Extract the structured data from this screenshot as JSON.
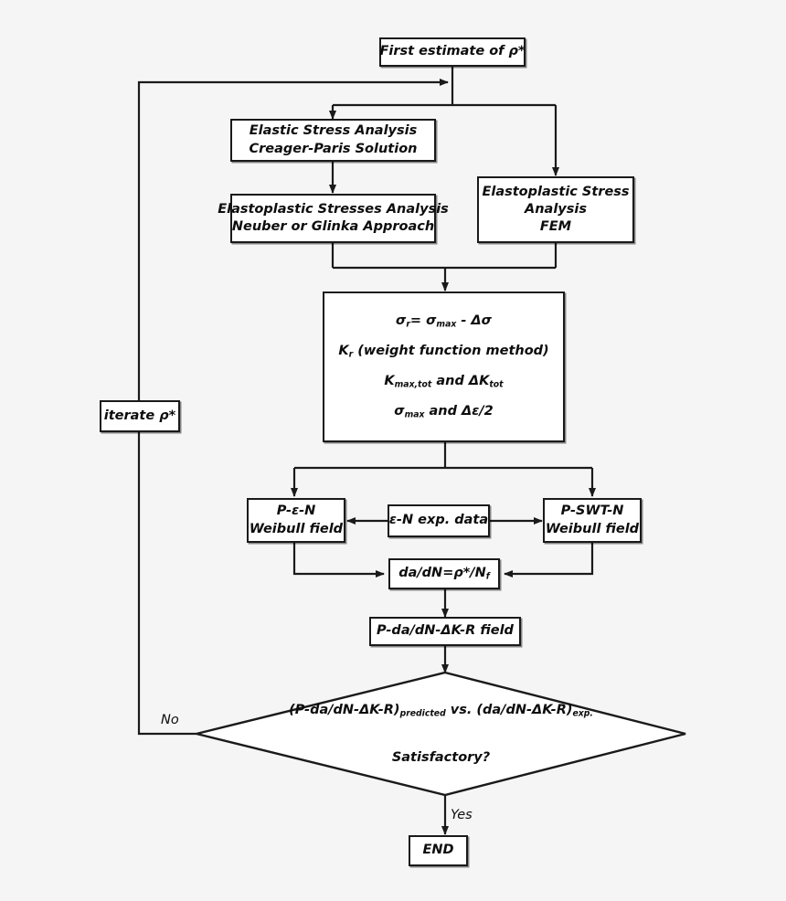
{
  "diagram": {
    "title": "Probabilistic fatigue crack growth prediction flowchart",
    "background_color": "#f5f5f5",
    "node_fill": "#ffffff",
    "line_color": "#1a1a1a",
    "nodes": {
      "first_estimate": {
        "line1": "First estimate of ρ*"
      },
      "elastic": {
        "line1": "Elastic Stress Analysis",
        "line2": "Creager-Paris Solution"
      },
      "elastoplastic_neuber": {
        "line1": "Elastoplastic Stresses Analysis",
        "line2": "Neuber or Glinka Approach"
      },
      "elastoplastic_fem": {
        "line1": "Elastoplastic Stress",
        "line2": "Analysis",
        "line3": "FEM"
      },
      "equations": {
        "eq1_pre": "σ",
        "eq1_sub": "r",
        "eq1_post": "= σ",
        "eq1_sub2": "max",
        "eq1_tail": " - Δσ",
        "eq2_pre": "K",
        "eq2_sub": "r",
        "eq2_post": " (weight function method)",
        "eq3_pre": "K",
        "eq3_sub": "max,tot",
        "eq3_mid": " and ΔK",
        "eq3_sub2": "tot",
        "eq4_pre": "σ",
        "eq4_sub": "max",
        "eq4_post": " and Δε/2"
      },
      "p_eps_n": {
        "line1": "P-ε-N",
        "line2": "Weibull field"
      },
      "eps_n_data": {
        "line1": "ε-N exp. data"
      },
      "p_swt_n": {
        "line1": "P-SWT-N",
        "line2": "Weibull field"
      },
      "dadn": {
        "pre": "da/dN=ρ*/N",
        "sub": "f"
      },
      "p_dadn_field": {
        "line1": "P-da/dN-ΔK-R field"
      },
      "decision": {
        "line1_a": "(P-da/dN-ΔK-R)",
        "line1_sub_a": "predicted",
        "line1_mid": " vs. (da/dN-ΔK-R)",
        "line1_sub_b": "exp.",
        "line2": "Satisfactory?"
      },
      "iterate": {
        "line1": "iterate ρ*"
      },
      "end": {
        "line1": "END"
      }
    },
    "edge_labels": {
      "no": "No",
      "yes": "Yes"
    }
  }
}
